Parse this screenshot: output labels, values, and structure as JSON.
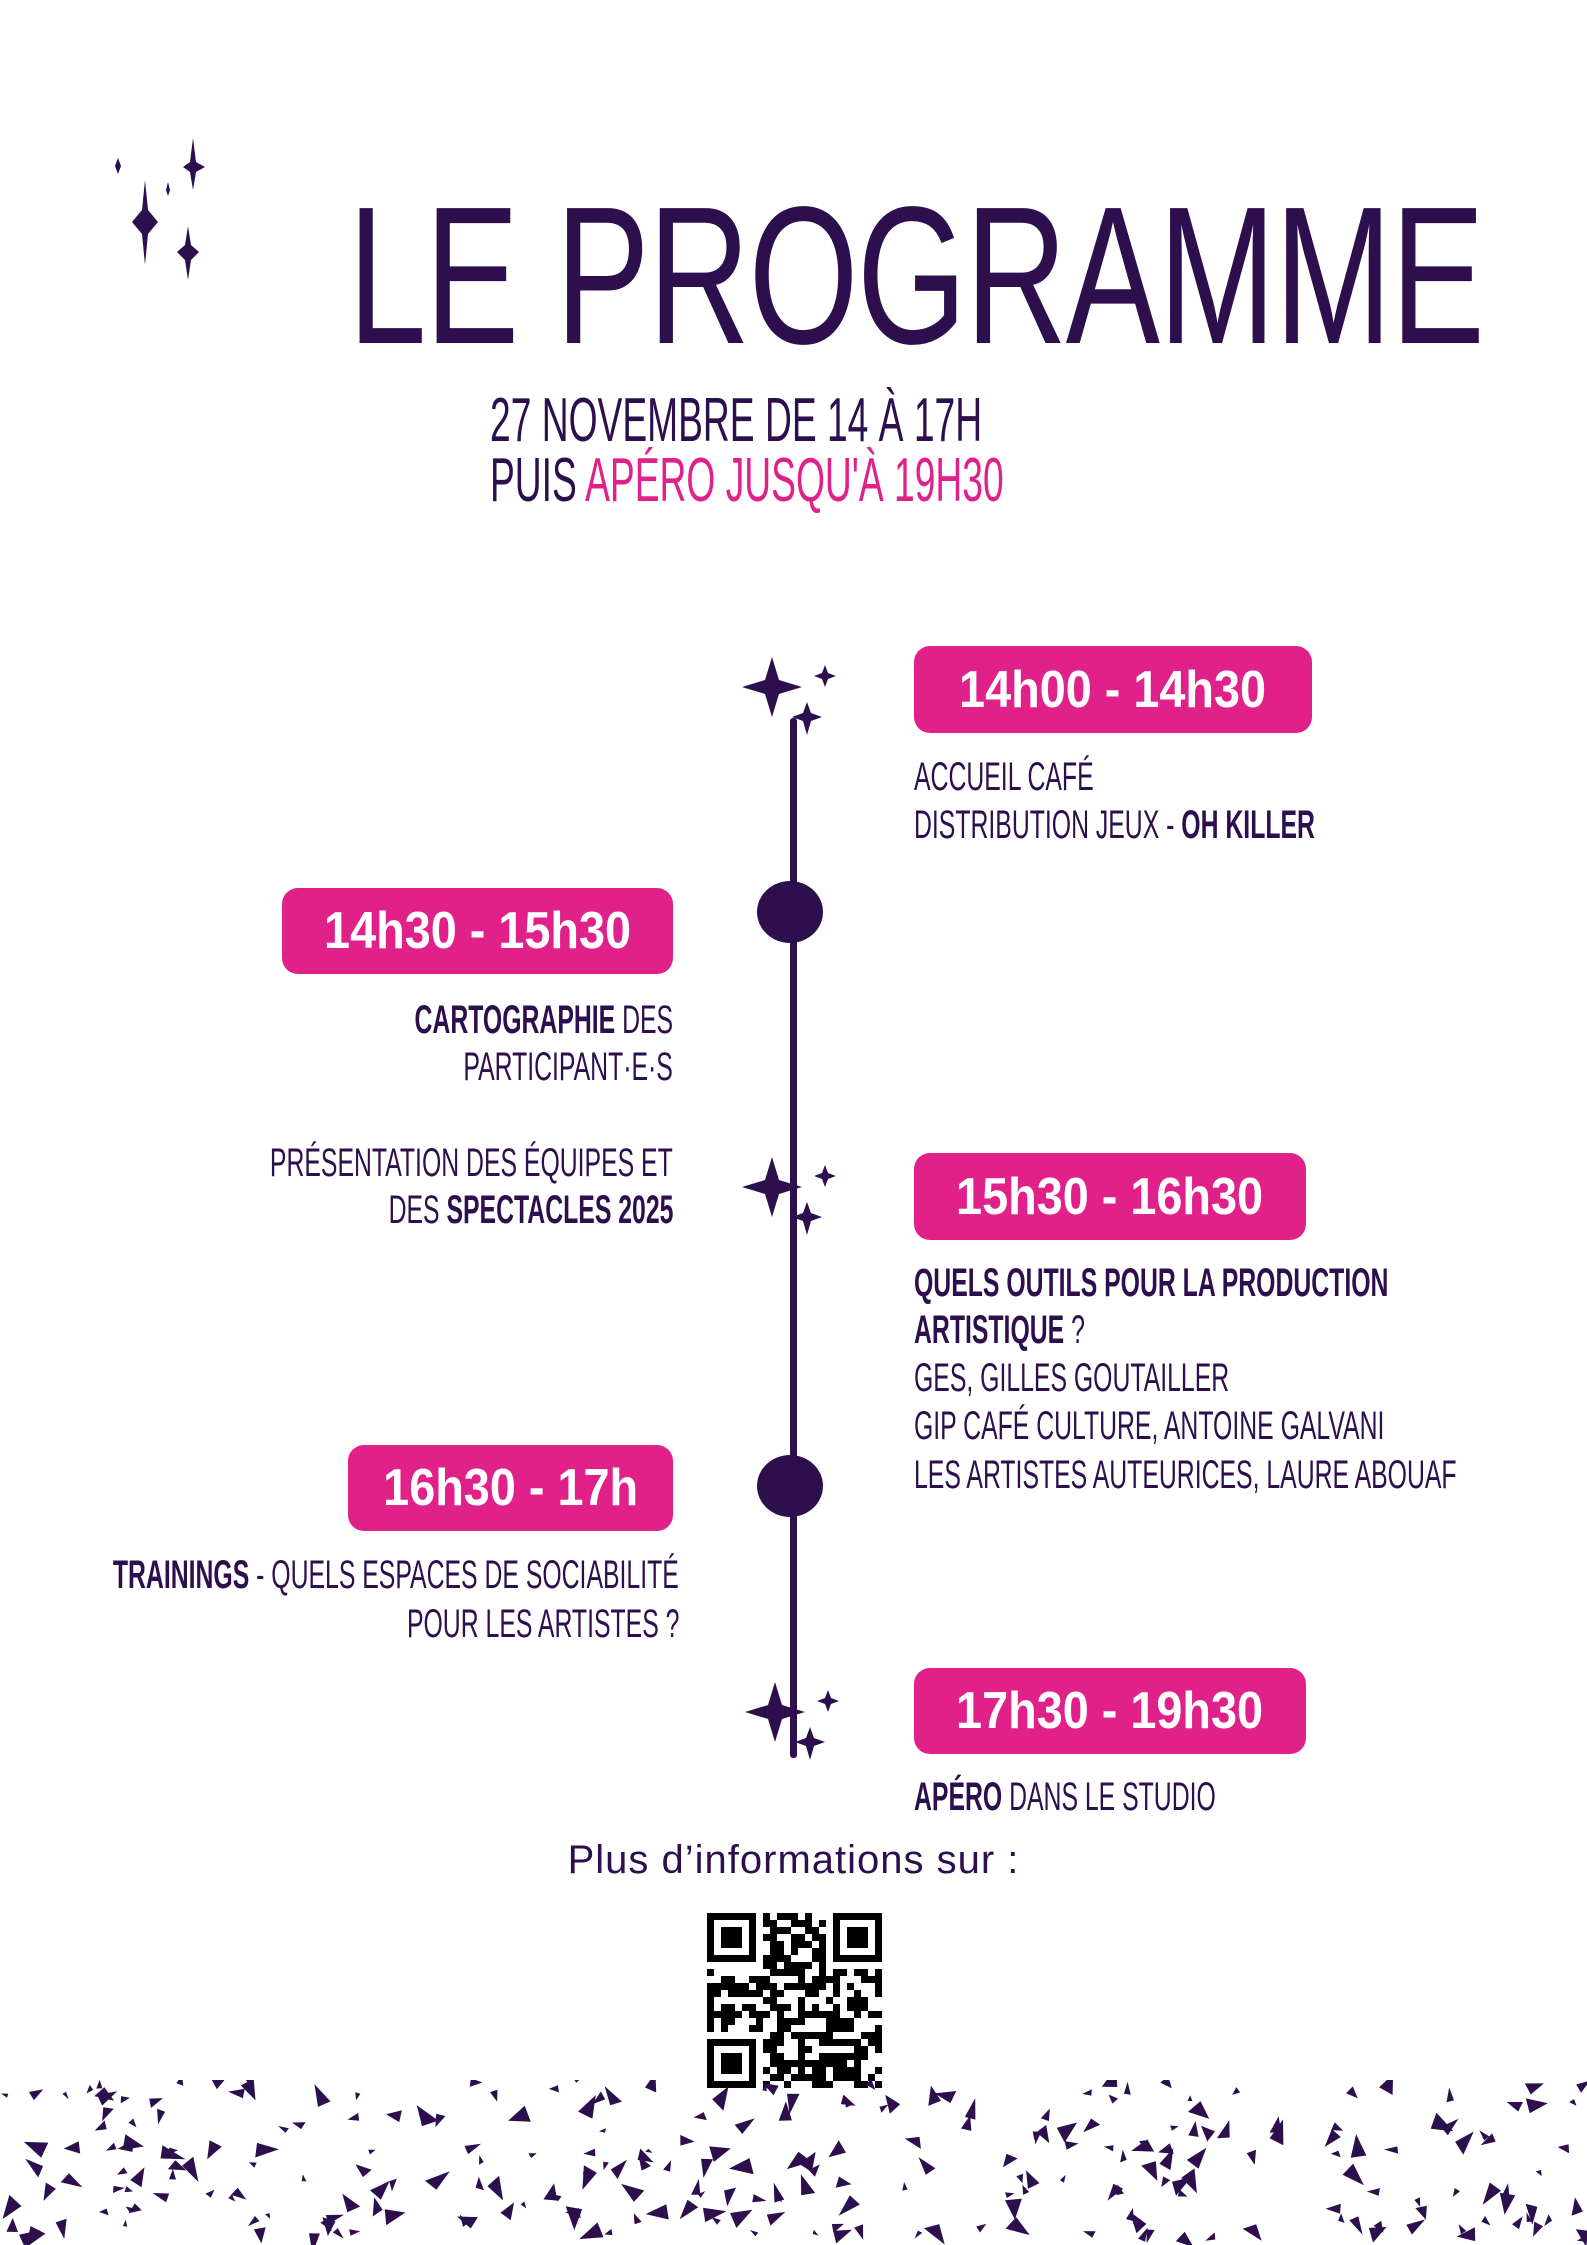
{
  "header": {
    "title": "LE PROGRAMME",
    "date_line": "27 NOVEMBRE DE 14 À 17H",
    "then_prefix": "PUIS",
    "then_highlight": "APÉRO JUSQU'À 19H30"
  },
  "schedule": [
    {
      "time": "14h00 - 14h30",
      "lines": [
        [
          {
            "t": "ACCUEIL CAFÉ"
          }
        ],
        [
          {
            "t": "DISTRIBUTION JEUX - "
          },
          {
            "t": "OH KILLER"
          }
        ]
      ]
    },
    {
      "time": "14h30 - 15h30",
      "lines": [
        [
          {
            "t": "CARTOGRAPHIE"
          },
          {
            "t": " DES"
          }
        ],
        [
          {
            "t": "PARTICIPANT·E·S"
          }
        ],
        [
          {
            "t": "PRÉSENTATION DES ÉQUIPES ET"
          }
        ],
        [
          {
            "t": "DES "
          },
          {
            "t": "SPECTACLES 2025"
          }
        ]
      ]
    },
    {
      "time": "15h30 - 16h30",
      "lines": [
        [
          {
            "t": "QUELS OUTILS POUR LA PRODUCTION"
          }
        ],
        [
          {
            "t": "ARTISTIQUE"
          },
          {
            "t": " ?"
          }
        ],
        [
          {
            "t": "GES, GILLES GOUTAILLER"
          }
        ],
        [
          {
            "t": "GIP CAFÉ CULTURE, ANTOINE GALVANI"
          }
        ],
        [
          {
            "t": "LES ARTISTES AUTEURICES, LAURE ABOUAF"
          }
        ]
      ]
    },
    {
      "time": "16h30 - 17h",
      "lines": [
        [
          {
            "t": "TRAININGS"
          },
          {
            "t": " - QUELS ESPACES DE SOCIABILITÉ"
          }
        ],
        [
          {
            "t": "POUR LES ARTISTES ?"
          }
        ]
      ]
    },
    {
      "time": "17h30 - 19h30",
      "lines": [
        [
          {
            "t": "APÉRO"
          },
          {
            "t": " DANS LE STUDIO"
          }
        ]
      ]
    }
  ],
  "footer": {
    "more_info": "Plus d’informations sur  :",
    "qr_icon": "qr-code-icon"
  },
  "colors": {
    "primary": "#2d0f4e",
    "accent": "#e0218a"
  }
}
